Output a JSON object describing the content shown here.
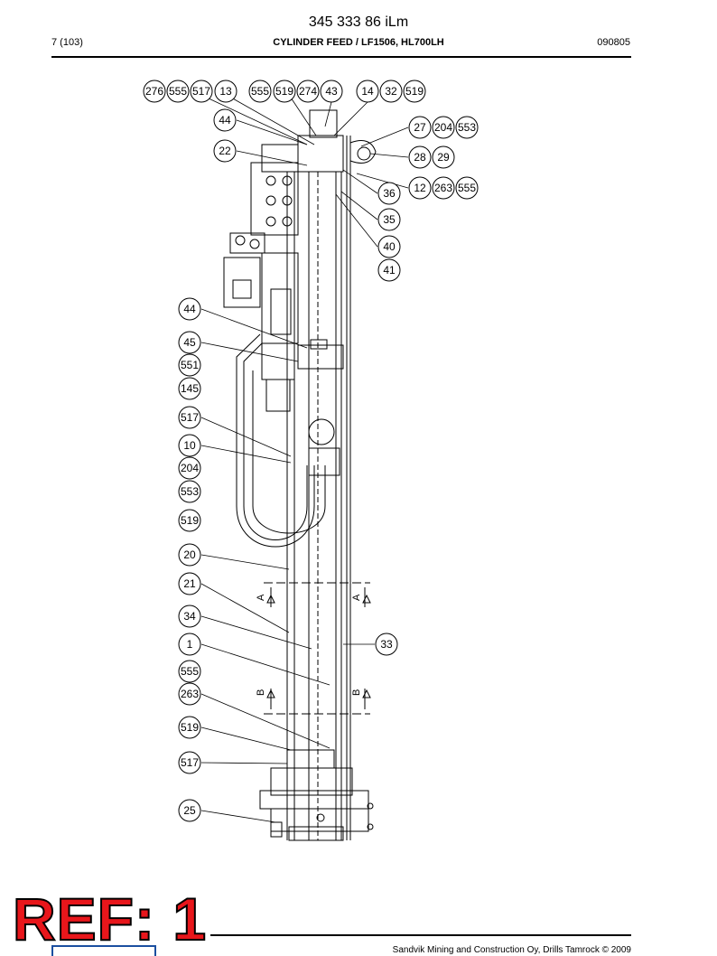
{
  "header": {
    "doc_number": "345 333 86 iLm",
    "page_ref": "7 (103)",
    "title": "CYLINDER FEED / LF1506, HL700LH",
    "date": "090805"
  },
  "drawing": {
    "callouts": [
      "276",
      "555",
      "517",
      "13",
      "555",
      "519",
      "274",
      "43",
      "14",
      "32",
      "519",
      "44",
      "27",
      "204",
      "553",
      "22",
      "28",
      "29",
      "36",
      "12",
      "263",
      "555",
      "35",
      "40",
      "41",
      "44",
      "45",
      "551",
      "145",
      "517",
      "10",
      "204",
      "553",
      "519",
      "20",
      "21",
      "34",
      "33",
      "1",
      "555",
      "263",
      "519",
      "517",
      "25"
    ],
    "section_marks": [
      "A",
      "A",
      "B",
      "B"
    ]
  },
  "stamp": {
    "text": "REF: 1"
  },
  "footer": {
    "copyright": "Sandvik Mining and Construction Oy, Drills Tamrock © 2009"
  },
  "colors": {
    "stamp_red": "#e8161b",
    "logo_blue": "#1b4fa0",
    "line": "#000000"
  }
}
